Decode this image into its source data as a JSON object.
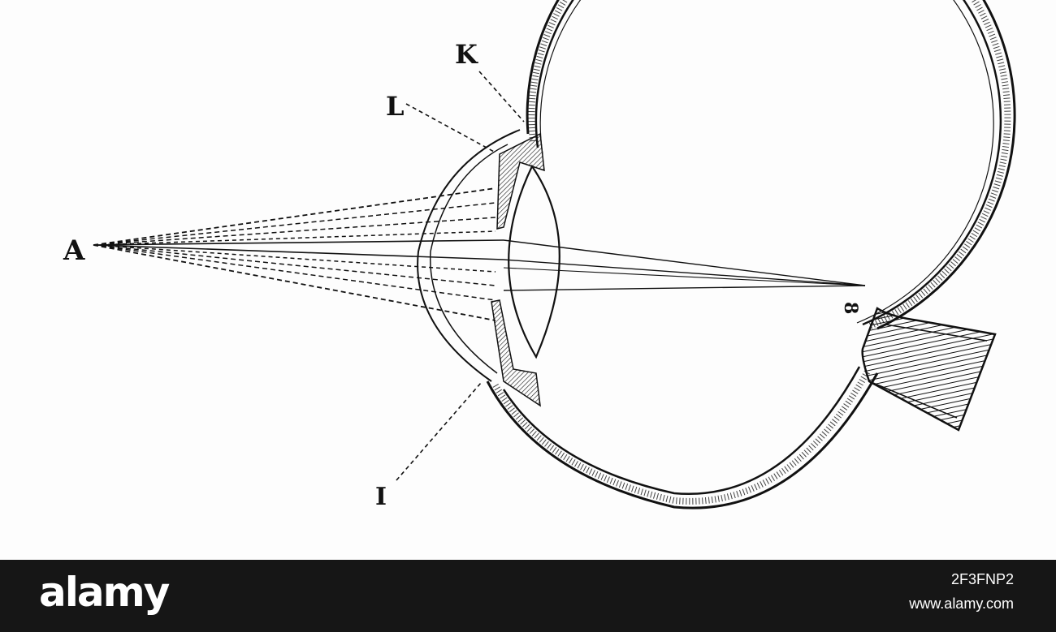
{
  "labels": {
    "point_a": "A",
    "label_k": "K",
    "label_l": "L",
    "label_i": "I",
    "focus_mark": "8"
  },
  "footer": {
    "logo": "alamy",
    "image_id": "2F3FNP2",
    "site": "www.alamy.com"
  },
  "colors": {
    "ink": "#111111",
    "paper": "#fdfdfd",
    "footer_bg": "#161616",
    "footer_text": "#ffffff"
  }
}
